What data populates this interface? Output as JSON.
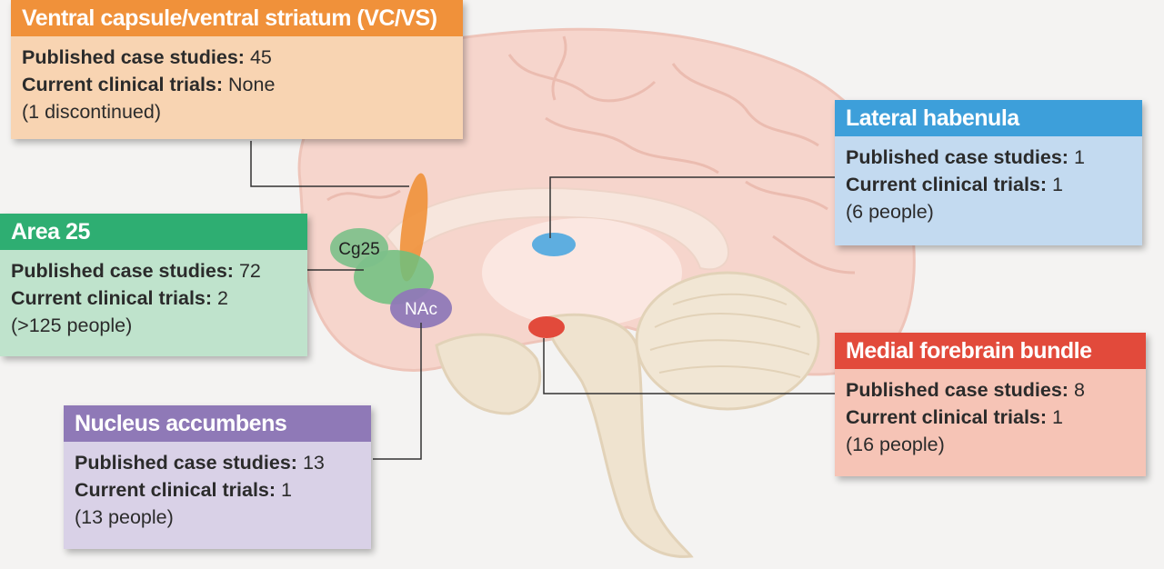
{
  "colors": {
    "background": "#f4f3f2",
    "brain": "#f6d5cc",
    "brainstem": "#efe3cf",
    "vcvs": "#f0913a",
    "area25": "#2eae72",
    "nac": "#8f79b7",
    "lhb": "#3d9fda",
    "mfb": "#e24a3b"
  },
  "labels": {
    "cg25": "Cg25",
    "nac": "NAc"
  },
  "boxes": {
    "vcvs": {
      "title": "Ventral capsule/ventral striatum (VC/VS)",
      "published_label": "Published case studies:",
      "published_value": "45",
      "trials_label": "Current clinical trials:",
      "trials_value": "None",
      "note": "(1 discontinued)"
    },
    "area25": {
      "title": "Area 25",
      "published_label": "Published case studies:",
      "published_value": "72",
      "trials_label": "Current clinical trials:",
      "trials_value": "2",
      "note": "(>125 people)"
    },
    "nac": {
      "title": "Nucleus accumbens",
      "published_label": "Published case studies:",
      "published_value": "13",
      "trials_label": "Current clinical trials:",
      "trials_value": "1",
      "note": "(13 people)"
    },
    "lhb": {
      "title": "Lateral habenula",
      "published_label": "Published case studies:",
      "published_value": "1",
      "trials_label": "Current clinical trials:",
      "trials_value": "1",
      "note": "(6 people)"
    },
    "mfb": {
      "title": "Medial forebrain bundle",
      "published_label": "Published case studies:",
      "published_value": "8",
      "trials_label": "Current clinical trials:",
      "trials_value": "1",
      "note": "(16 people)"
    }
  }
}
